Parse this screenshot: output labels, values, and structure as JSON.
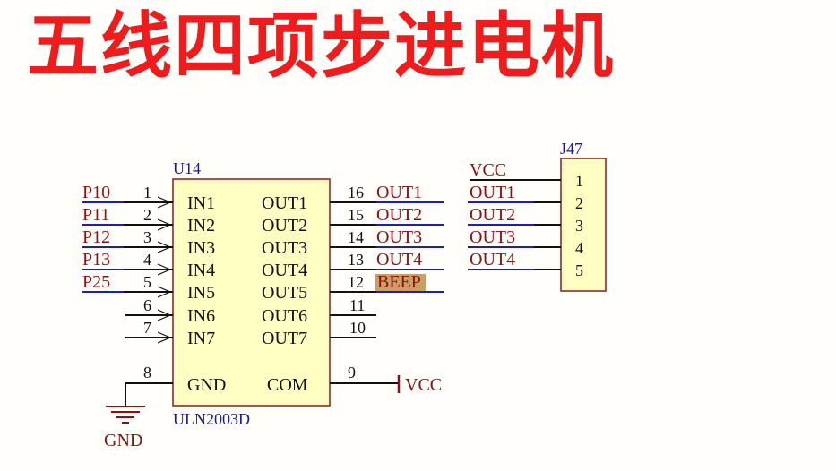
{
  "title": "五线四项步进电机",
  "chip": {
    "ref": "U14",
    "part": "ULN2003D",
    "inputs": [
      {
        "pin": "1",
        "name": "IN1",
        "net": "P10"
      },
      {
        "pin": "2",
        "name": "IN2",
        "net": "P11"
      },
      {
        "pin": "3",
        "name": "IN3",
        "net": "P12"
      },
      {
        "pin": "4",
        "name": "IN4",
        "net": "P13"
      },
      {
        "pin": "5",
        "name": "IN5",
        "net": "P25"
      },
      {
        "pin": "6",
        "name": "IN6",
        "net": ""
      },
      {
        "pin": "7",
        "name": "IN7",
        "net": ""
      }
    ],
    "outputs": [
      {
        "pin": "16",
        "name": "OUT1",
        "net": "OUT1"
      },
      {
        "pin": "15",
        "name": "OUT2",
        "net": "OUT2"
      },
      {
        "pin": "14",
        "name": "OUT3",
        "net": "OUT3"
      },
      {
        "pin": "13",
        "name": "OUT4",
        "net": "OUT4"
      },
      {
        "pin": "12",
        "name": "OUT5",
        "net": "BEEP"
      },
      {
        "pin": "11",
        "name": "OUT6",
        "net": ""
      },
      {
        "pin": "10",
        "name": "OUT7",
        "net": ""
      }
    ],
    "gnd": {
      "pin": "8",
      "name": "GND",
      "net": "GND"
    },
    "com": {
      "pin": "9",
      "name": "COM",
      "net": "VCC"
    }
  },
  "connector": {
    "ref": "J47",
    "pins": [
      {
        "pin": "1",
        "net": "VCC"
      },
      {
        "pin": "2",
        "net": "OUT1"
      },
      {
        "pin": "3",
        "net": "OUT2"
      },
      {
        "pin": "4",
        "net": "OUT3"
      },
      {
        "pin": "5",
        "net": "OUT4"
      }
    ]
  },
  "colors": {
    "title": "#ee1c1c",
    "component_fill": "#ffffc4",
    "component_border": "#8b1a1a",
    "wire": "#111111",
    "net_wire": "#1f1faa",
    "net_label": "#8b1010",
    "beep_highlight": "#c8a060"
  }
}
